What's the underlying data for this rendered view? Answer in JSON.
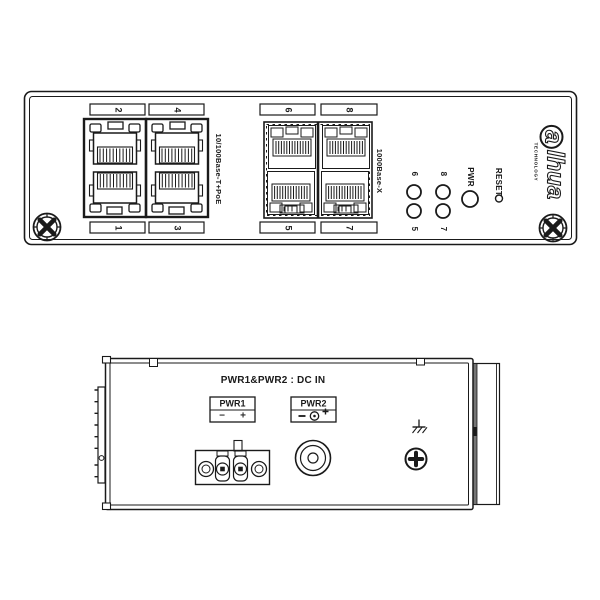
{
  "front_panel": {
    "rj45": {
      "label": "10/100Base-T+PoE",
      "ports_top": [
        "2",
        "4"
      ],
      "ports_bottom": [
        "1",
        "3"
      ]
    },
    "sfp": {
      "label": "1000Base-X",
      "ports_top": [
        "6",
        "8"
      ],
      "ports_bottom": [
        "5",
        "7"
      ]
    },
    "leds": {
      "top": [
        "6",
        "8"
      ],
      "bottom": [
        "5",
        "7"
      ],
      "pwr_label": "PWR",
      "reset_label": "RESET"
    },
    "brand": {
      "logo_a": "a",
      "logo_rest": "lhua",
      "tagline": "TECHNOLOGY"
    }
  },
  "power_panel": {
    "title": "PWR1&PWR2 : DC IN",
    "pwr1": {
      "label": "PWR1",
      "minus": "−",
      "plus": "+"
    },
    "pwr2": {
      "label": "PWR2"
    }
  },
  "colors": {
    "line": "#1a1a1a",
    "background": "#ffffff",
    "bracket_fill": "#757575"
  }
}
